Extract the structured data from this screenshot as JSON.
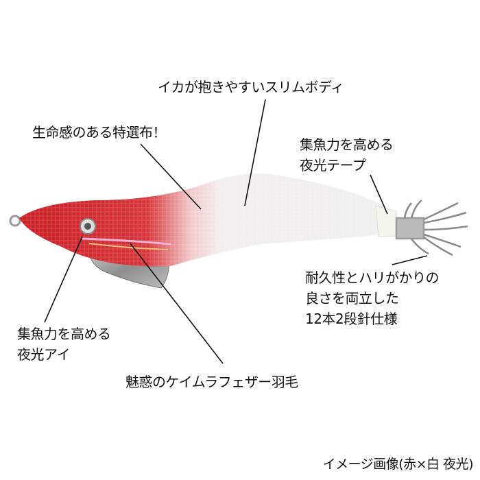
{
  "callouts": {
    "body": "イカが抱きやすいスリムボディ",
    "cloth": "生命感のある特選布！",
    "tape": [
      "集魚力を高める",
      "夜光テープ"
    ],
    "hooks": [
      "耐久性とハリがかりの",
      "良さを両立した",
      "12本2段針仕様"
    ],
    "eye": [
      "集魚力を高める",
      "夜光アイ"
    ],
    "feather": "魅惑のケイムラフェザー羽毛"
  },
  "caption": "イメージ画像(赤×白 夜光)",
  "colors": {
    "red": "#d2272b",
    "white": "#f1f1f1",
    "sinker": "#9a9a9a"
  }
}
